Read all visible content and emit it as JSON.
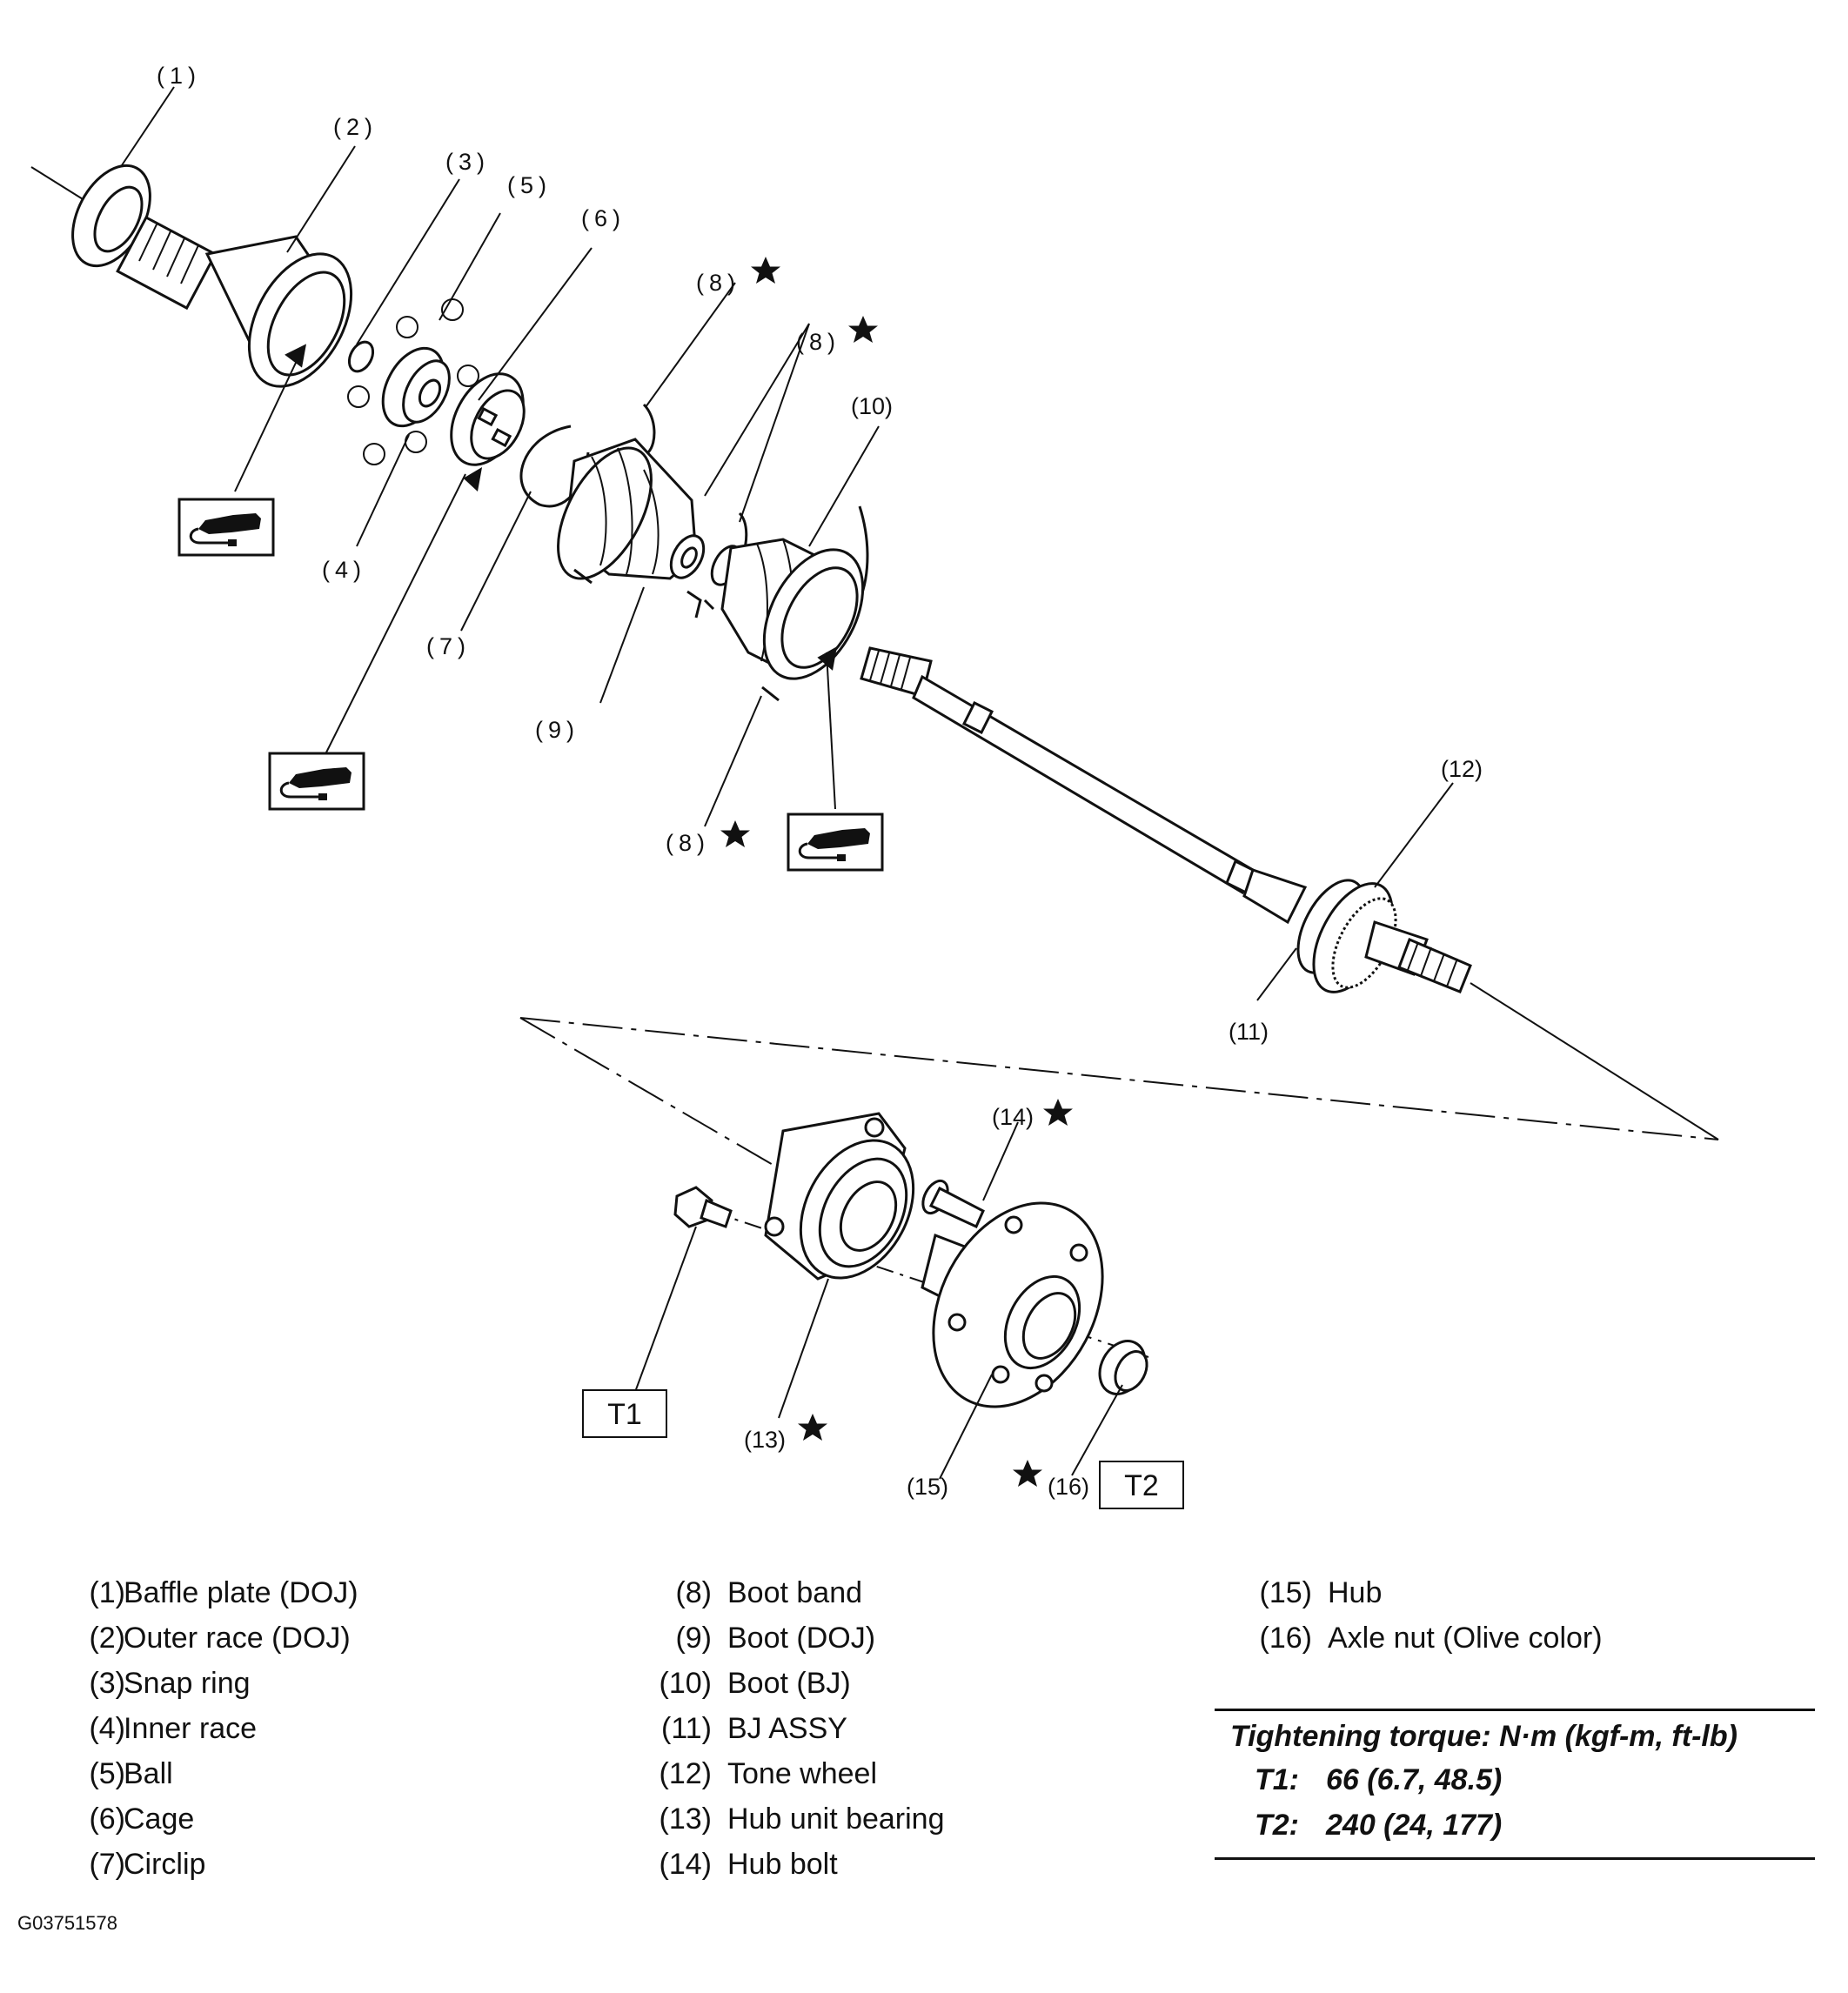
{
  "callouts": {
    "c1": "(1)",
    "c2": "(2)",
    "c3": "(3)",
    "c4": "(4)",
    "c5": "(5)",
    "c6": "(6)",
    "c7": "(7)",
    "c8": "(8)",
    "c9": "(9)",
    "c10": "(10)",
    "c11": "(11)",
    "c12": "(12)",
    "c13": "(13)",
    "c14": "(14)",
    "c15": "(15)",
    "c16": "(16)"
  },
  "torque_boxes": {
    "t1": "T1",
    "t2": "T2"
  },
  "icons": {
    "grease": "grease-gun-icon",
    "replace": "star-icon"
  },
  "legend": [
    [
      {
        "num": "(1)",
        "name": "Baffle plate (DOJ)"
      },
      {
        "num": "(2)",
        "name": "Outer race (DOJ)"
      },
      {
        "num": "(3)",
        "name": "Snap ring"
      },
      {
        "num": "(4)",
        "name": "Inner race"
      },
      {
        "num": "(5)",
        "name": "Ball"
      },
      {
        "num": "(6)",
        "name": "Cage"
      },
      {
        "num": "(7)",
        "name": "Circlip"
      }
    ],
    [
      {
        "num": "(8)",
        "name": "Boot band"
      },
      {
        "num": "(9)",
        "name": "Boot (DOJ)"
      },
      {
        "num": "(10)",
        "name": "Boot (BJ)"
      },
      {
        "num": "(11)",
        "name": "BJ ASSY"
      },
      {
        "num": "(12)",
        "name": "Tone wheel"
      },
      {
        "num": "(13)",
        "name": "Hub unit bearing"
      },
      {
        "num": "(14)",
        "name": "Hub bolt"
      }
    ],
    [
      {
        "num": "(15)",
        "name": "Hub"
      },
      {
        "num": "(16)",
        "name": "Axle nut (Olive color)"
      }
    ]
  ],
  "torque": {
    "title": "Tightening torque: N·m (kgf-m, ft-lb)",
    "rows": [
      {
        "key": "T1:",
        "value": "66 (6.7, 48.5)"
      },
      {
        "key": "T2:",
        "value": "240 (24, 177)"
      }
    ]
  },
  "figure_code": "G03751578"
}
